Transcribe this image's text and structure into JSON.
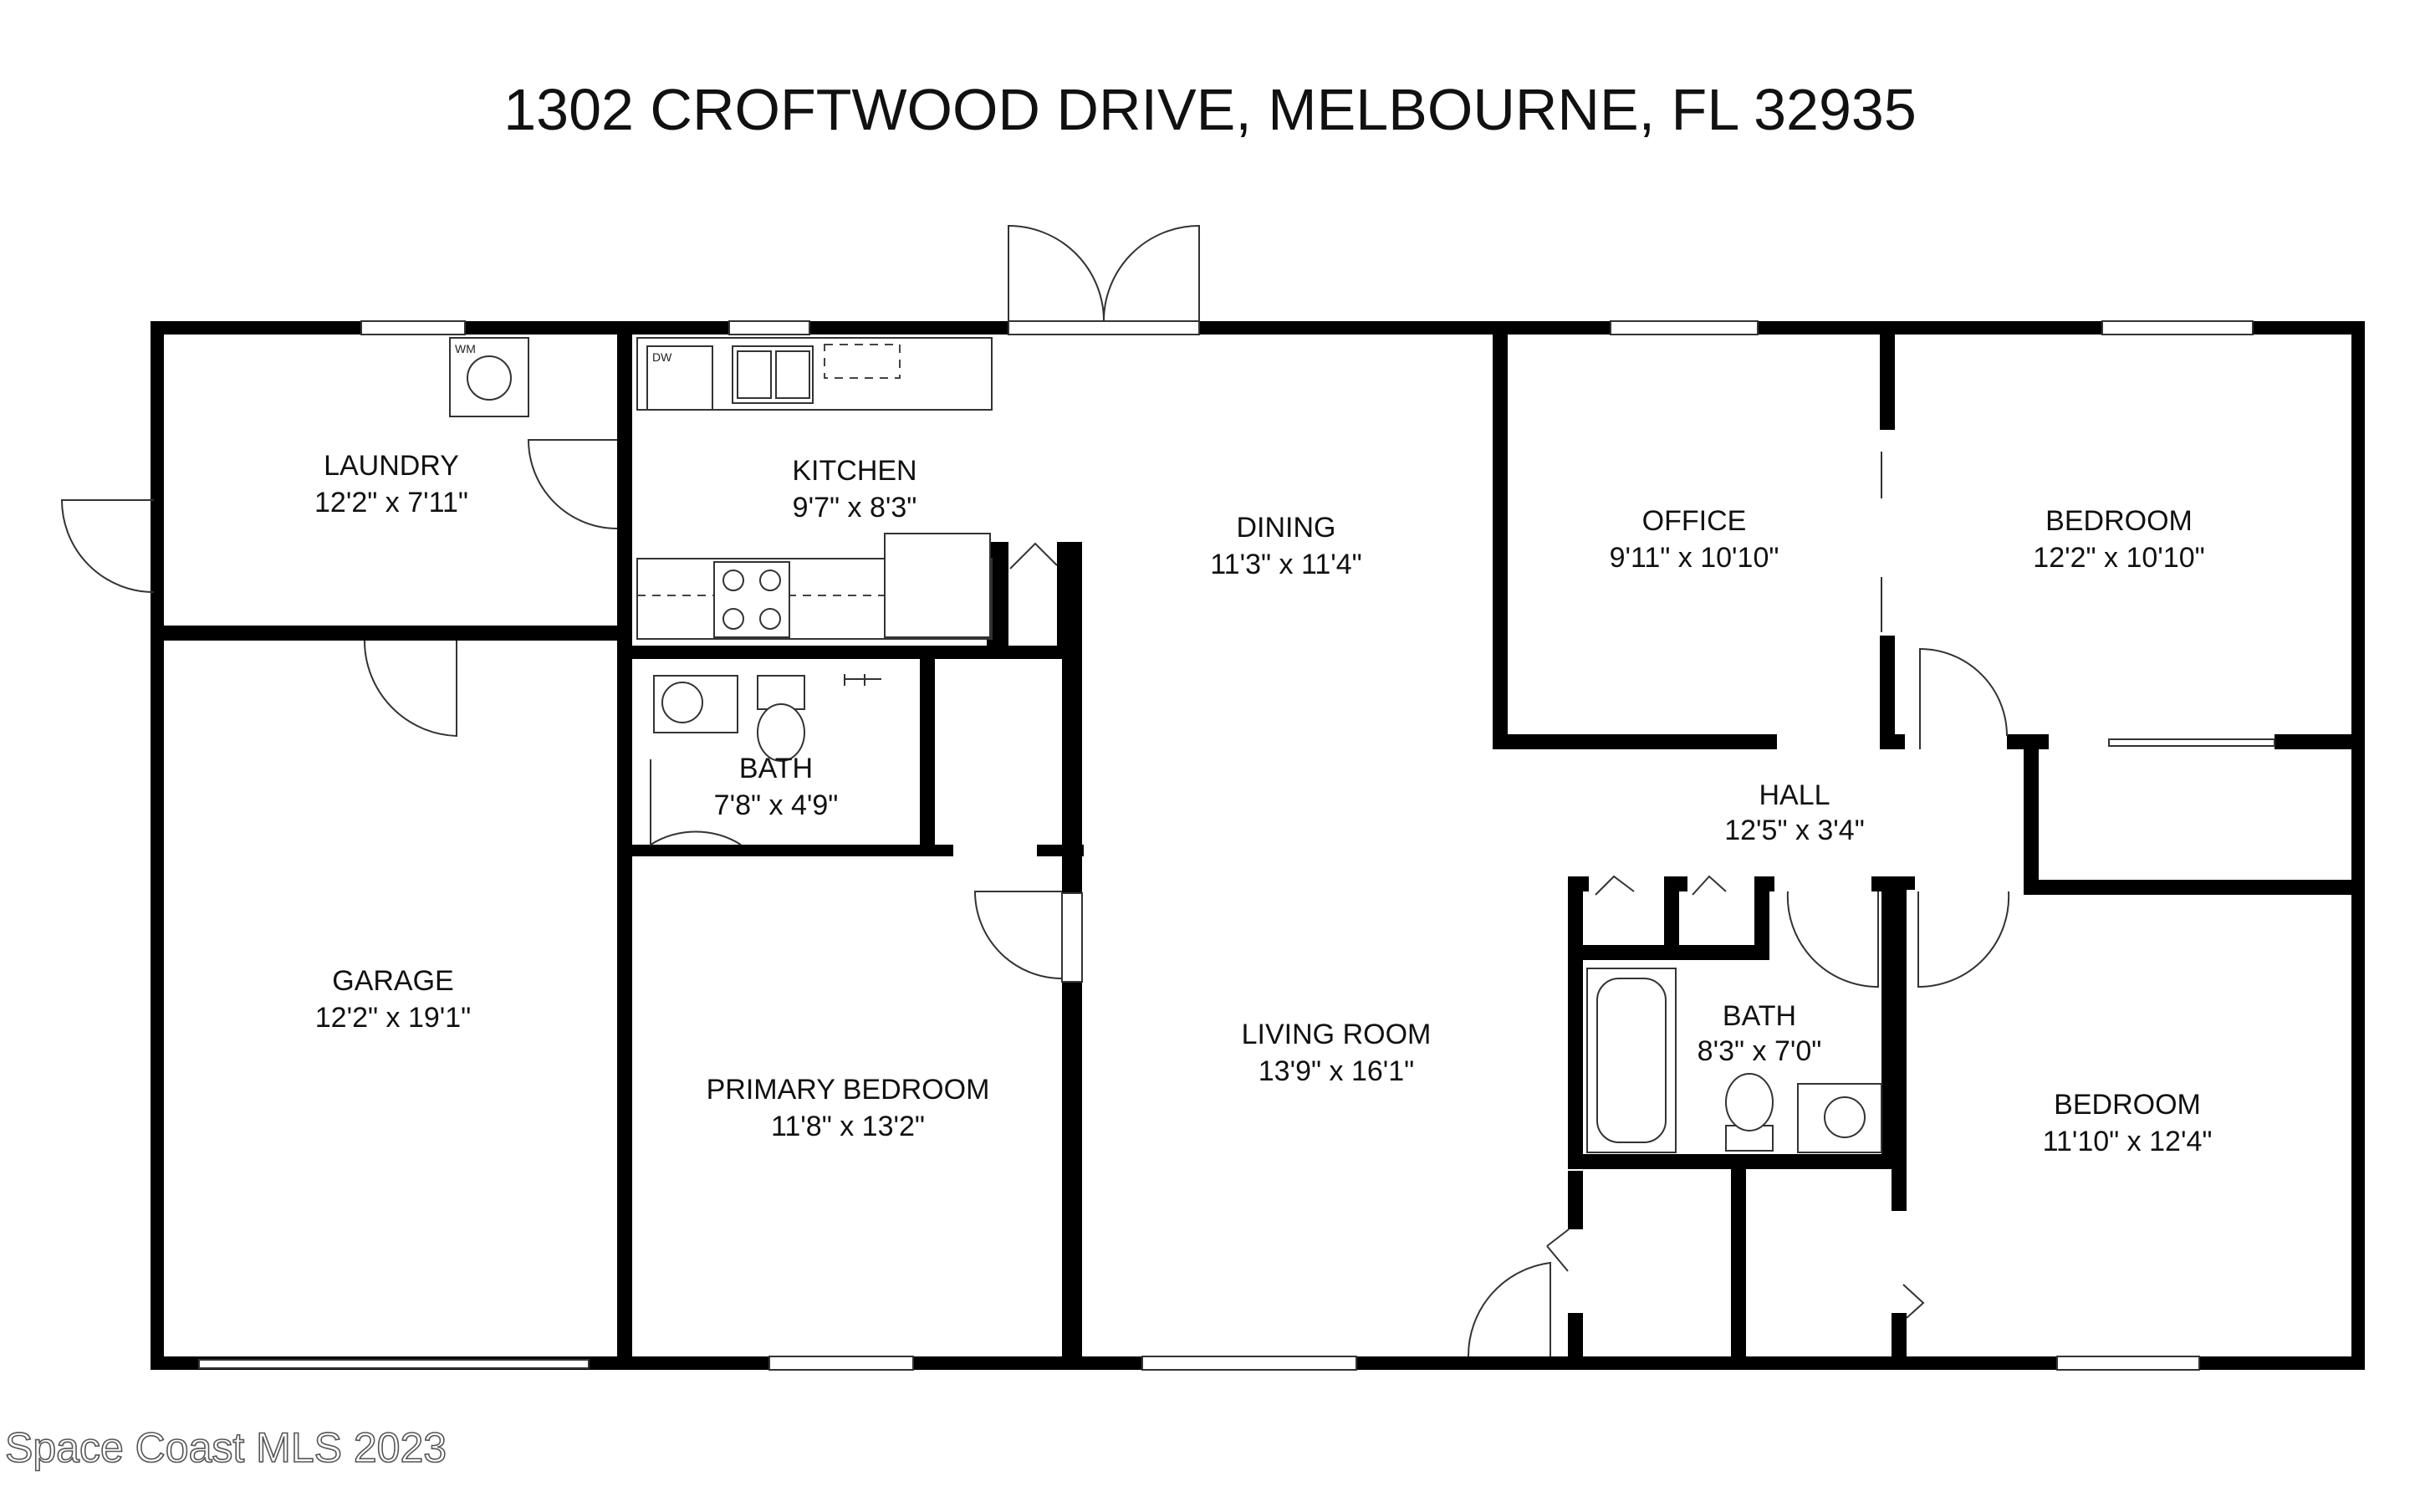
{
  "title": "1302 CROFTWOOD DRIVE, MELBOURNE, FL 32935",
  "watermark": "Space Coast MLS 2023",
  "appliance_labels": {
    "washer": "WM",
    "dishwasher": "DW"
  },
  "rooms": {
    "laundry": {
      "name": "LAUNDRY",
      "dim": "12'2\" x 7'11\""
    },
    "kitchen": {
      "name": "KITCHEN",
      "dim": "9'7\" x 8'3\""
    },
    "dining": {
      "name": "DINING",
      "dim": "11'3\" x 11'4\""
    },
    "office": {
      "name": "OFFICE",
      "dim": "9'11\" x 10'10\""
    },
    "bedroom_ne": {
      "name": "BEDROOM",
      "dim": "12'2\" x 10'10\""
    },
    "bath_1": {
      "name": "BATH",
      "dim": "7'8\" x 4'9\""
    },
    "hall": {
      "name": "HALL",
      "dim": "12'5\" x 3'4\""
    },
    "garage": {
      "name": "GARAGE",
      "dim": "12'2\" x 19'1\""
    },
    "primary_bedroom": {
      "name": "PRIMARY BEDROOM",
      "dim": "11'8\" x 13'2\""
    },
    "living_room": {
      "name": "LIVING ROOM",
      "dim": "13'9\" x 16'1\""
    },
    "bath_2": {
      "name": "BATH",
      "dim": "8'3\" x 7'0\""
    },
    "bedroom_se": {
      "name": "BEDROOM",
      "dim": "11'10\" x 12'4\""
    }
  },
  "colors": {
    "wall": "#000000",
    "background": "#ffffff",
    "text": "#111111"
  }
}
